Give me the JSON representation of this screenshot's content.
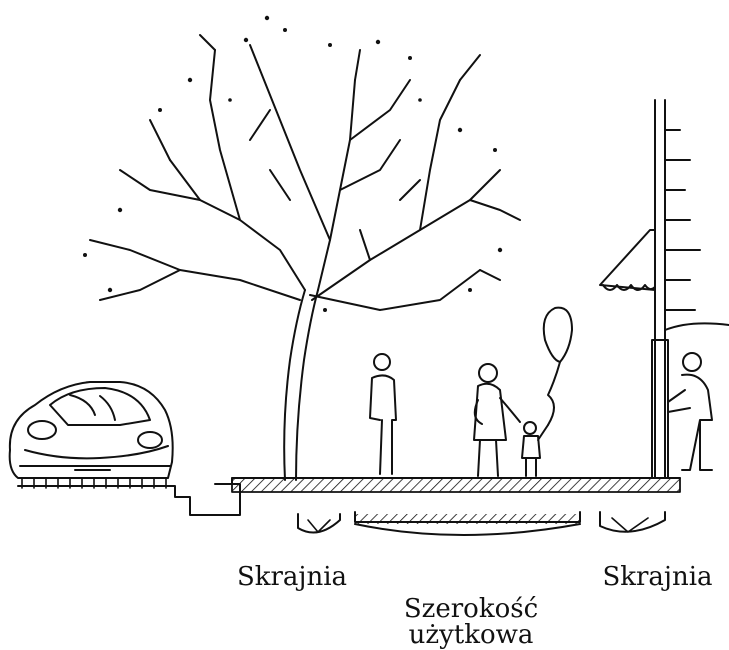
{
  "labels": {
    "left_clearance": "Skrajnia",
    "usable_width_line1": "Szerokość",
    "usable_width_line2": "użytkowa",
    "right_clearance": "Skrajnia"
  },
  "colors": {
    "ink": "#111111",
    "background": "#ffffff"
  }
}
